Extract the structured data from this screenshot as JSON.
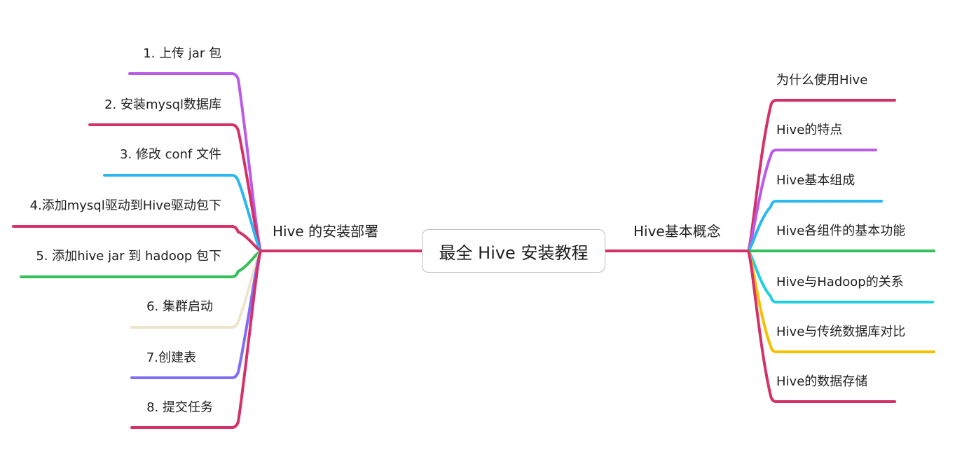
{
  "center": {
    "label": "最全 Hive 安装教程"
  },
  "left_branch": {
    "label": "Hive 的安装部署",
    "color": "#d4306a",
    "children": [
      {
        "label": "1. 上传 jar 包",
        "color": "#b95be8"
      },
      {
        "label": "2. 安装mysql数据库",
        "color": "#d4306a"
      },
      {
        "label": "3. 修改 conf 文件",
        "color": "#2bb7f0"
      },
      {
        "label": "4.添加mysql驱动到Hive驱动包下",
        "color": "#d4306a"
      },
      {
        "label": "5. 添加hive jar 到 hadoop 包下",
        "color": "#34c059"
      },
      {
        "label": "6. 集群启动",
        "color": "#ede5cb"
      },
      {
        "label": "7.创建表",
        "color": "#7f6ef2"
      },
      {
        "label": "8. 提交任务",
        "color": "#d4306a"
      }
    ]
  },
  "right_branch": {
    "label": "Hive基本概念",
    "color": "#d4306a",
    "children": [
      {
        "label": "为什么使用Hive",
        "color": "#d4306a"
      },
      {
        "label": "Hive的特点",
        "color": "#b95be8"
      },
      {
        "label": "Hive基本组成",
        "color": "#2bb7f0"
      },
      {
        "label": "Hive各组件的基本功能",
        "color": "#34c059"
      },
      {
        "label": "Hive与Hadoop的关系",
        "color": "#22cfe0"
      },
      {
        "label": "Hive与传统数据库对比",
        "color": "#f5c000"
      },
      {
        "label": "Hive的数据存储",
        "color": "#d4306a"
      }
    ]
  }
}
